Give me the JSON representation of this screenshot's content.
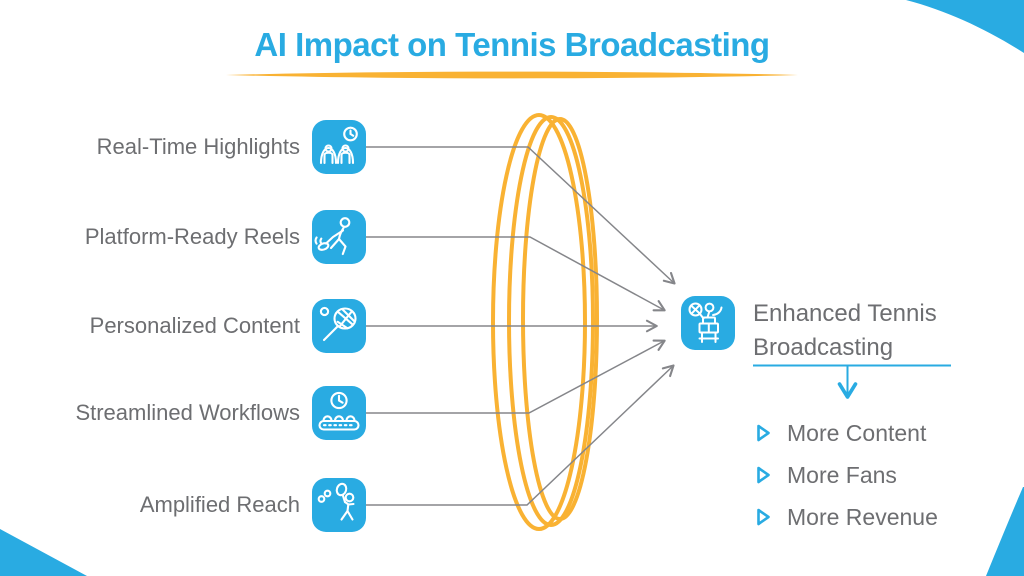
{
  "title": {
    "text": "AI Impact on Tennis Broadcasting"
  },
  "inputs": [
    {
      "label": "Real-Time Highlights",
      "icon": "crowd-clock-icon"
    },
    {
      "label": "Platform-Ready Reels",
      "icon": "running-player-icon"
    },
    {
      "label": "Personalized Content",
      "icon": "tennis-racket-icon"
    },
    {
      "label": "Streamlined Workflows",
      "icon": "conveyor-clock-icon"
    },
    {
      "label": "Amplified Reach",
      "icon": "player-serve-icon"
    }
  ],
  "output": {
    "heading": "Enhanced Tennis Broadcasting",
    "icon": "umpire-chair-icon",
    "benefits": [
      "More Content",
      "More Fans",
      "More Revenue"
    ]
  },
  "colors": {
    "accent_blue": "#29ABE2",
    "accent_yellow": "#F9B233",
    "text_gray": "#6D6E71",
    "line_gray": "#85868A"
  }
}
